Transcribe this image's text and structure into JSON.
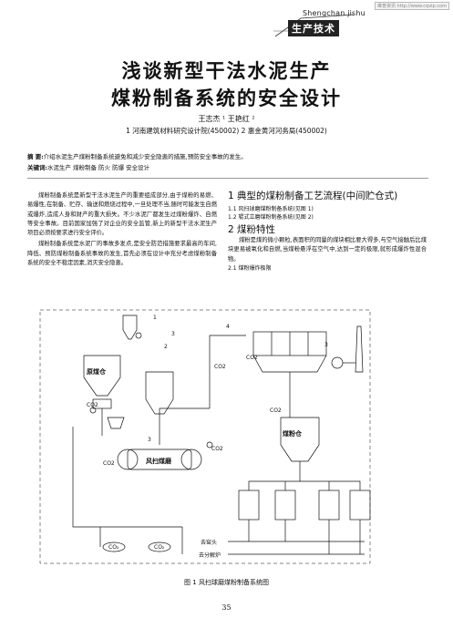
{
  "watermark": "维普资讯 http://www.cqvip.com",
  "section_badge": {
    "latin": "Shengchan jishu",
    "chinese": "生产技术"
  },
  "title": {
    "line1": "浅谈新型干法水泥生产",
    "line2": "煤粉制备系统的安全设计"
  },
  "authors": "王志杰 ¹   王艳红 ²",
  "affiliations": "1 河南建筑材料研究设计院(450002)     2 惠金黄河河务局(450002)",
  "abstract": {
    "label": "摘  要:",
    "text": "介绍水泥生产煤粉制备系统避免和减少安全隐患的措施,预防安全事故的发生。"
  },
  "keywords": {
    "label": "关键词:",
    "text": "水泥生产   煤粉制备   防火   防爆   安全设计"
  },
  "body_left": {
    "p1": "煤粉制备系统是新型干法水泥生产的重要组成部分,由于煤粉的易燃、易爆性,在制备、贮存、输送和燃烧过程中,一旦处理不当,随时可能发生自燃或爆炸,造成人身和财产的重大损失。不少水泥厂都发生过煤粉爆炸、自燃等安全事故。目前国家加强了对企业的安全监管,新上的新型干法水泥生产项目必须按要求进行安全评价。",
    "p2": "煤粉制备系统是水泥厂的事故多发点,是安全防范措施要求最高的车间,降低、预防煤粉制备系统事故的发生,首先必须在设计中充分考虑煤粉制备系统的安全不稳定因素,消灭安全隐患。"
  },
  "body_right": {
    "h1": "1 典型的煤粉制备工艺流程(中间贮仓式)",
    "h1_1": "1.1 风扫球磨煤粉制备系统(见图 1)",
    "h1_2": "1.2 辊式立磨煤粉制备系统(见图 2)",
    "h2": "2 煤粉特性",
    "p2": "煤粉是煤的微小颗粒,表面积的同量的煤块相比要大得多,与空气接触后比煤块更易被氧化和自燃,当煤粉悬浮在空气中,达到一定的极限,就形成爆炸性混合物。",
    "h2_1": "2.1 煤粉爆炸极限"
  },
  "figure": {
    "labels": {
      "raw_coal_bin": "原煤仓",
      "ball_mill": "风扫煤磨",
      "coal_powder_bin": "煤粉仓",
      "kiln_head": "去窑头",
      "calciner": "去分解炉",
      "co2_1": "CO₂",
      "co2_2": "CO₂",
      "co2_3": "CO2",
      "co2_4": "CO2",
      "co2_5": "CO2",
      "co2_6": "CO2",
      "co2_7": "CO2",
      "co2_8": "CO2",
      "num_1": "1",
      "num_2": "2",
      "num_3": "3",
      "num_3b": "3",
      "num_3c": "3",
      "num_4": "4"
    }
  },
  "caption": "图 1   风扫球磨煤粉制备系统图",
  "page_number": "35"
}
